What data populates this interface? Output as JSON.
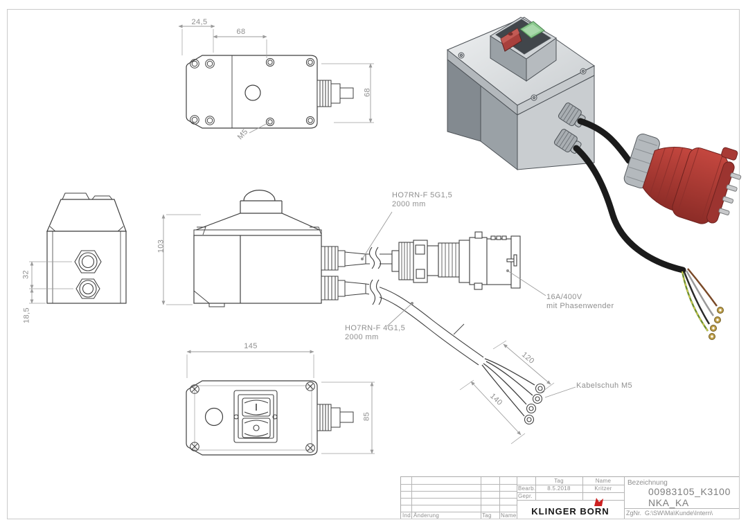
{
  "views": {
    "top": {
      "dim_edge": "24,5",
      "dim_spacing": "68",
      "dim_height": "68",
      "thread_note": "M5"
    },
    "end": {
      "dim_gland_spacing": "32",
      "dim_gland_offset": "18,5"
    },
    "side": {
      "dim_height": "103"
    },
    "front": {
      "dim_width": "145",
      "dim_height": "85"
    }
  },
  "callouts": {
    "cable_top_line1": "HO7RN-F 5G1,5",
    "cable_top_line2": "2000 mm",
    "cable_bottom_line1": "HO7RN-F 4G1,5",
    "cable_bottom_line2": "2000 mm",
    "plug_line1": "16A/400V",
    "plug_line2": "mit Phasenwender",
    "lug_label": "Kabelschuh M5",
    "dim_120": "120",
    "dim_140": "140"
  },
  "title_block": {
    "bezeichnung_label": "Bezeichnung",
    "part_number": "00983105_K3100",
    "part_name": "NKA_KA",
    "zgnr_label": "ZgNr.",
    "zgnr_value": "G:\\SW\\Ma\\Kunde\\Intern\\",
    "col_tag": "Tag",
    "col_name": "Name",
    "row_bearb": "Bearb.",
    "row_gepr": "Gepr.",
    "bearb_date": "8.5.2018",
    "bearb_name": "Kritzer",
    "rev_ind": "Ind.",
    "rev_aenderung": "Änderung",
    "rev_tag": "Tag",
    "rev_name": "Name",
    "company": "KLINGER BORN"
  },
  "colors": {
    "logo_red": "#cc2020",
    "plug_red": "#b03b35",
    "switch_red": "#a8403c",
    "switch_green": "#8cc98f"
  }
}
